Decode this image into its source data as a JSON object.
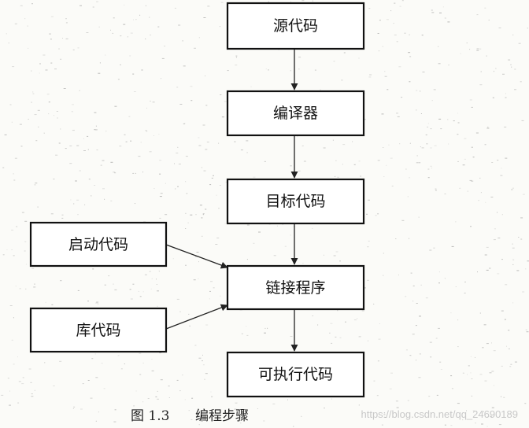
{
  "diagram": {
    "nodes": {
      "source": "源代码",
      "compiler": "编译器",
      "object": "目标代码",
      "startup": "启动代码",
      "library": "库代码",
      "linker": "链接程序",
      "executable": "可执行代码"
    },
    "caption": {
      "figure_number": "图 1.3",
      "title": "编程步骤"
    },
    "watermark": "https://blog.csdn.net/qq_24690189"
  }
}
